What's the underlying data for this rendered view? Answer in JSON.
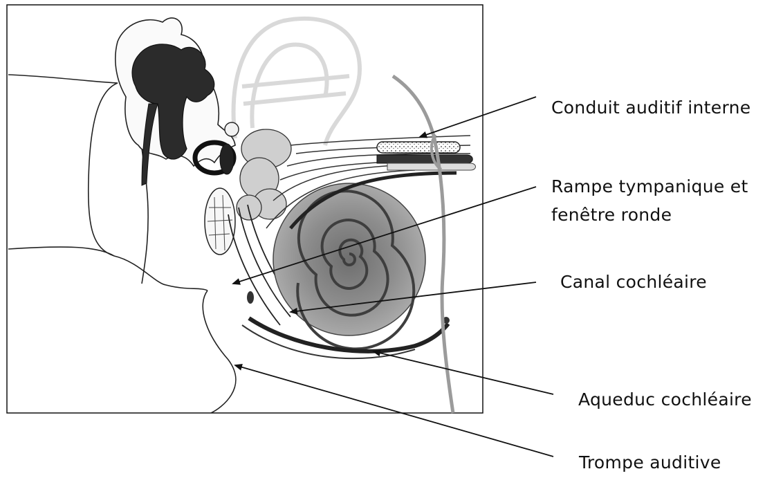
{
  "labels": {
    "conduit_auditif_interne": "Conduit auditif interne",
    "rampe_tympanique_line1": "Rampe tympanique et",
    "rampe_tympanique_line2": "fenêtre ronde",
    "canal_cochleaire": "Canal cochléaire",
    "aqueduc_cochleaire": "Aqueduc cochléaire",
    "trompe_auditive": "Trompe auditive"
  },
  "colors": {
    "ink": "#111111",
    "bone_dark": "#2a2a2a",
    "cochlea_gray": "#8a8a8a",
    "vessel_gray": "#a0a0a0",
    "faint_pinna": "#dcdcdc"
  }
}
